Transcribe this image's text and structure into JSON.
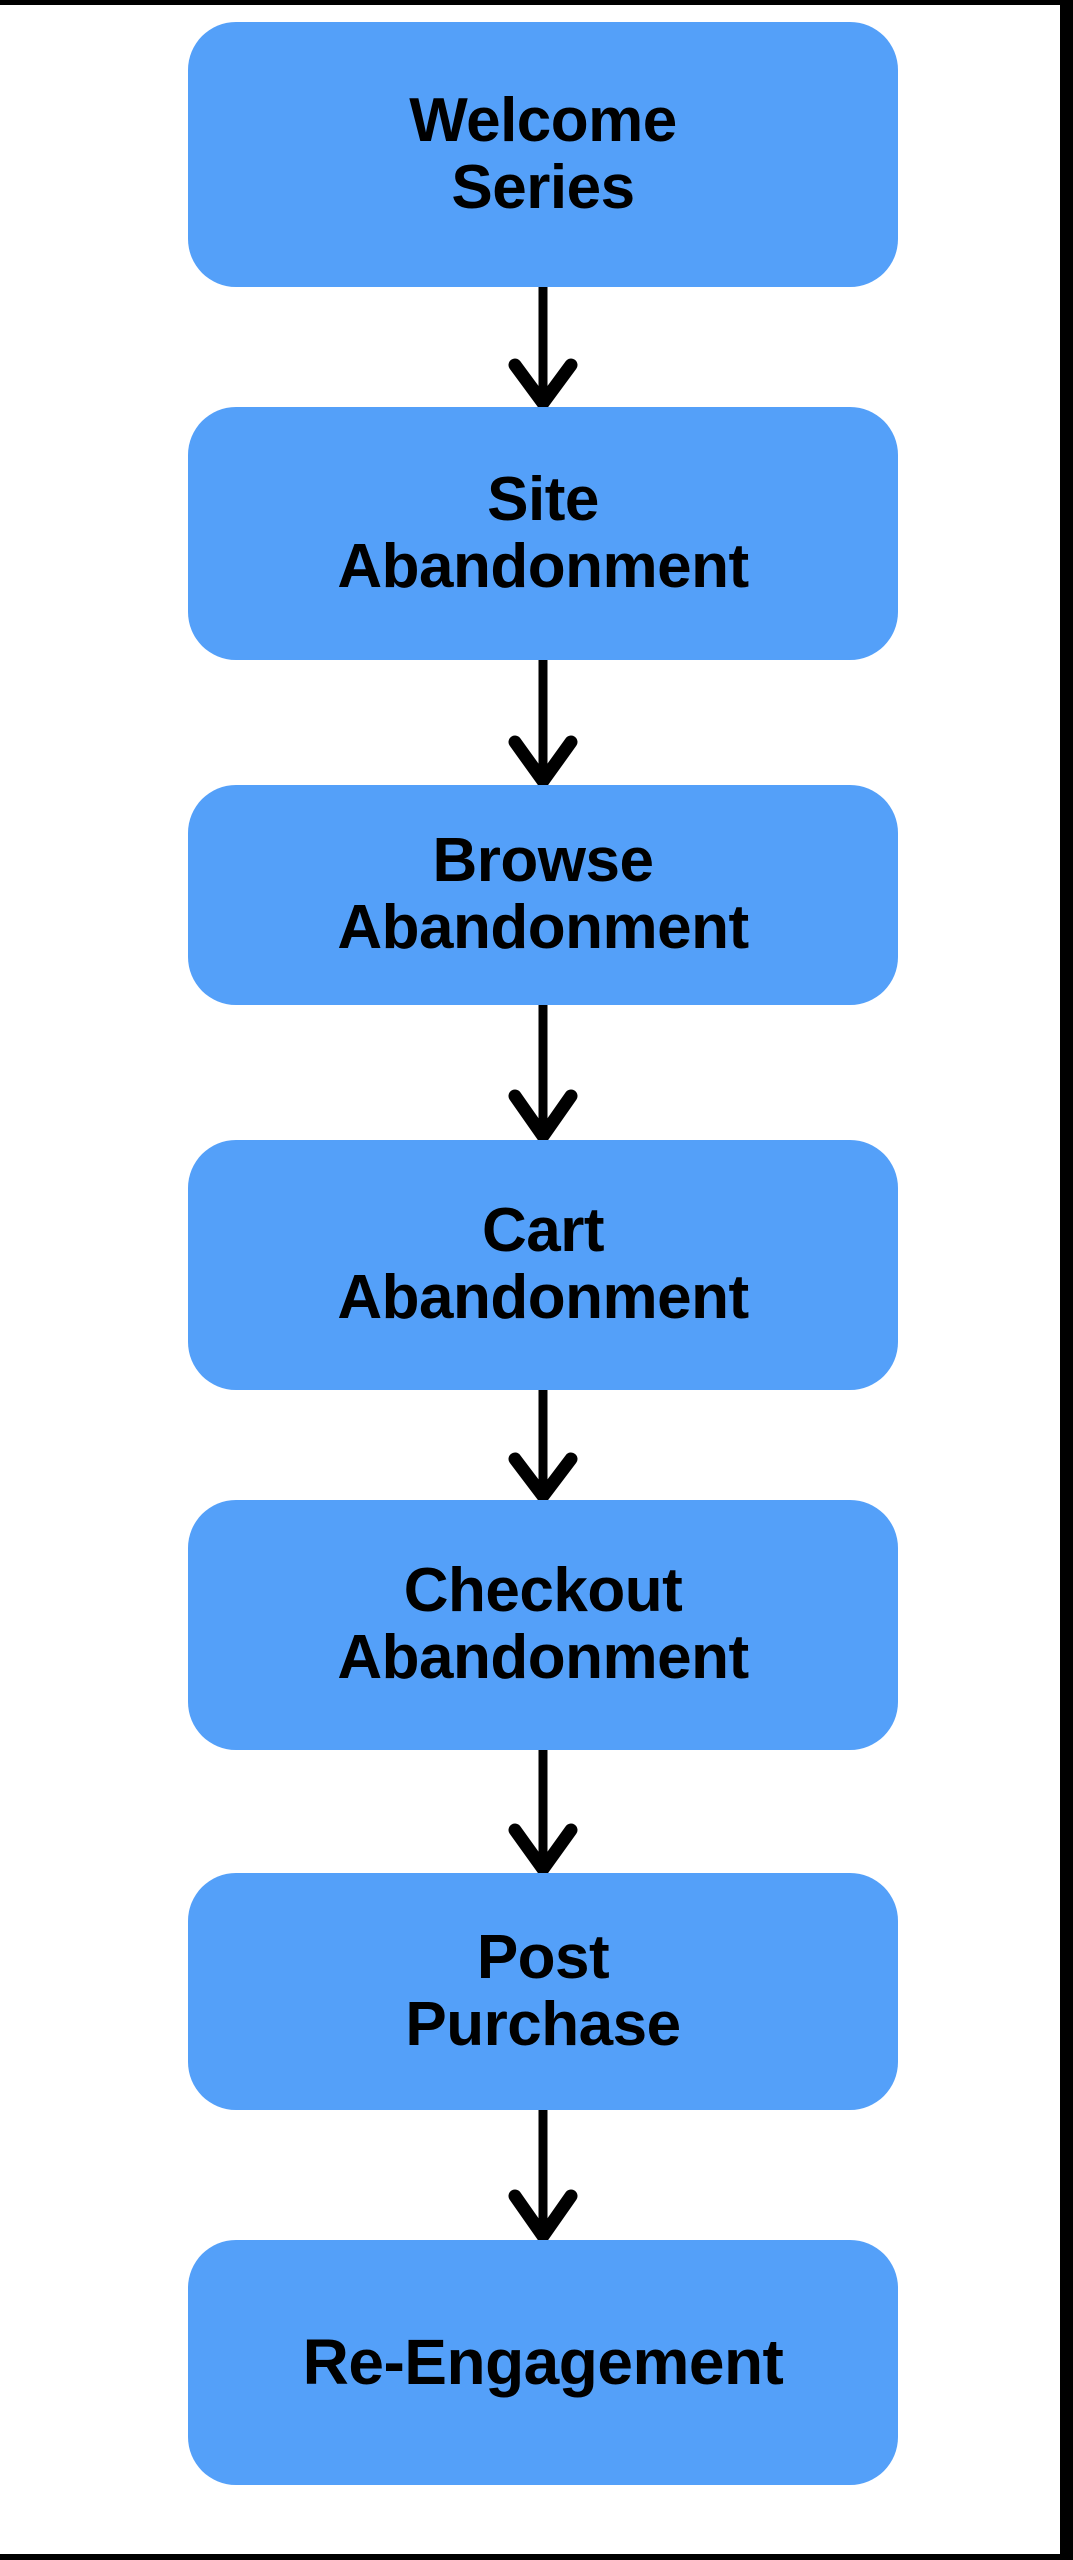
{
  "diagram": {
    "type": "flowchart",
    "orientation": "top-to-bottom",
    "background_color": "#FFFFFF",
    "node_fill_color": "#54A0F9",
    "node_text_color": "#000000",
    "connector_color": "#000000",
    "nodes": [
      {
        "id": "welcome-series",
        "label": "Welcome\nSeries",
        "lines": 2
      },
      {
        "id": "site-abandonment",
        "label": "Site\nAbandonment",
        "lines": 2
      },
      {
        "id": "browse-abandonment",
        "label": "Browse\nAbandonment",
        "lines": 2
      },
      {
        "id": "cart-abandonment",
        "label": "Cart\nAbandonment",
        "lines": 2
      },
      {
        "id": "checkout-abandonment",
        "label": "Checkout\nAbandonment",
        "lines": 2
      },
      {
        "id": "post-purchase",
        "label": "Post\nPurchase",
        "lines": 2
      },
      {
        "id": "re-engagement",
        "label": "Re-Engagement",
        "lines": 1
      }
    ],
    "edges": [
      {
        "from": "welcome-series",
        "to": "site-abandonment",
        "style": "arrow-down"
      },
      {
        "from": "site-abandonment",
        "to": "browse-abandonment",
        "style": "arrow-down"
      },
      {
        "from": "browse-abandonment",
        "to": "cart-abandonment",
        "style": "arrow-down"
      },
      {
        "from": "cart-abandonment",
        "to": "checkout-abandonment",
        "style": "arrow-down"
      },
      {
        "from": "checkout-abandonment",
        "to": "post-purchase",
        "style": "arrow-down"
      },
      {
        "from": "post-purchase",
        "to": "re-engagement",
        "style": "arrow-down"
      }
    ]
  }
}
